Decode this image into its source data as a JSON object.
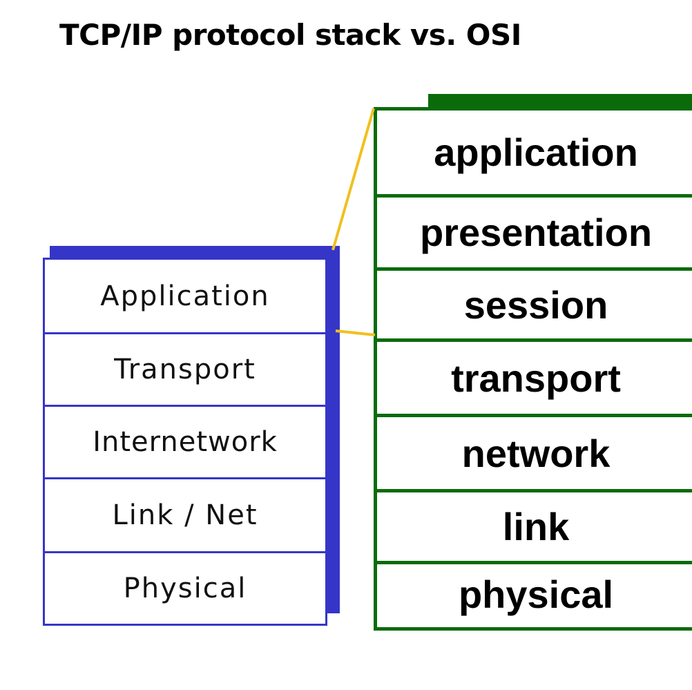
{
  "title": "TCP/IP protocol stack vs. OSI",
  "tcpip_layers": [
    "Application",
    "Transport",
    "Internetwork",
    "Link / Net",
    "Physical"
  ],
  "osi_layers": [
    "application",
    "presentation",
    "session",
    "transport",
    "network",
    "link",
    "physical"
  ],
  "colors": {
    "tcpip_stack": "#3535c8",
    "osi_stack": "#0a6b0a",
    "connector": "#f0c020"
  }
}
